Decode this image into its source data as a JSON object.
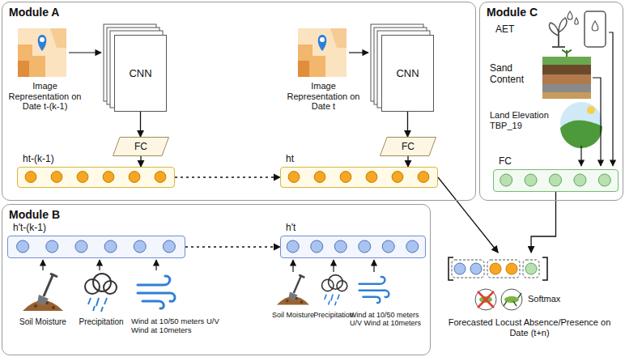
{
  "diagram": {
    "nodes": [
      {
        "text": [
          "Module A"
        ]
      },
      {
        "text": [
          "CNN"
        ],
        "in": 0
      },
      {
        "text": [
          "FC"
        ],
        "in": 0
      },
      {
        "text": [
          "ht-(k-1)"
        ],
        "in": 0
      },
      {
        "text": [
          "CNN"
        ],
        "in": 0
      },
      {
        "text": [
          "FC"
        ],
        "in": 0
      },
      {
        "text": [
          "ht"
        ],
        "in": 0
      },
      {
        "text": [
          "Module B"
        ]
      },
      {
        "text": [
          "h't-(k-1)"
        ],
        "in": 7
      },
      {
        "text": [
          "h't"
        ],
        "in": 7
      },
      {
        "text": [
          "Module C"
        ]
      },
      {
        "text": [
          "FC"
        ],
        "in": 10
      },
      {
        "text": [
          "Softmax",
          "Forecasted Locust Absence/Presence on Date (t+n)"
        ]
      }
    ],
    "edges": [
      {
        "from": 1,
        "to": 2,
        "arrow": "to"
      },
      {
        "from": 2,
        "to": 3,
        "arrow": "to"
      },
      {
        "from": 4,
        "to": 5,
        "arrow": "to"
      },
      {
        "from": 5,
        "to": 6,
        "arrow": "to"
      },
      {
        "from": 3,
        "to": 6,
        "arrow": "to"
      },
      {
        "from": 8,
        "to": 9,
        "arrow": "to"
      },
      {
        "from": 6,
        "to": 12,
        "arrow": "to"
      },
      {
        "from": 11,
        "to": 12,
        "arrow": "to"
      }
    ],
    "labels": [
      "Image Representation on Date t-(k-1)",
      "Image Representation on Date t",
      "Soil Moisture",
      "Precipitation",
      "Wind at 10/50 meters U/V Wind at 10meters",
      "Soil Moisture",
      "Precipitation",
      "Wind at 10/50 meters U/V Wind at 10meters",
      "AET",
      "Sand Content",
      "Land Elevation TBP_19"
    ]
  }
}
